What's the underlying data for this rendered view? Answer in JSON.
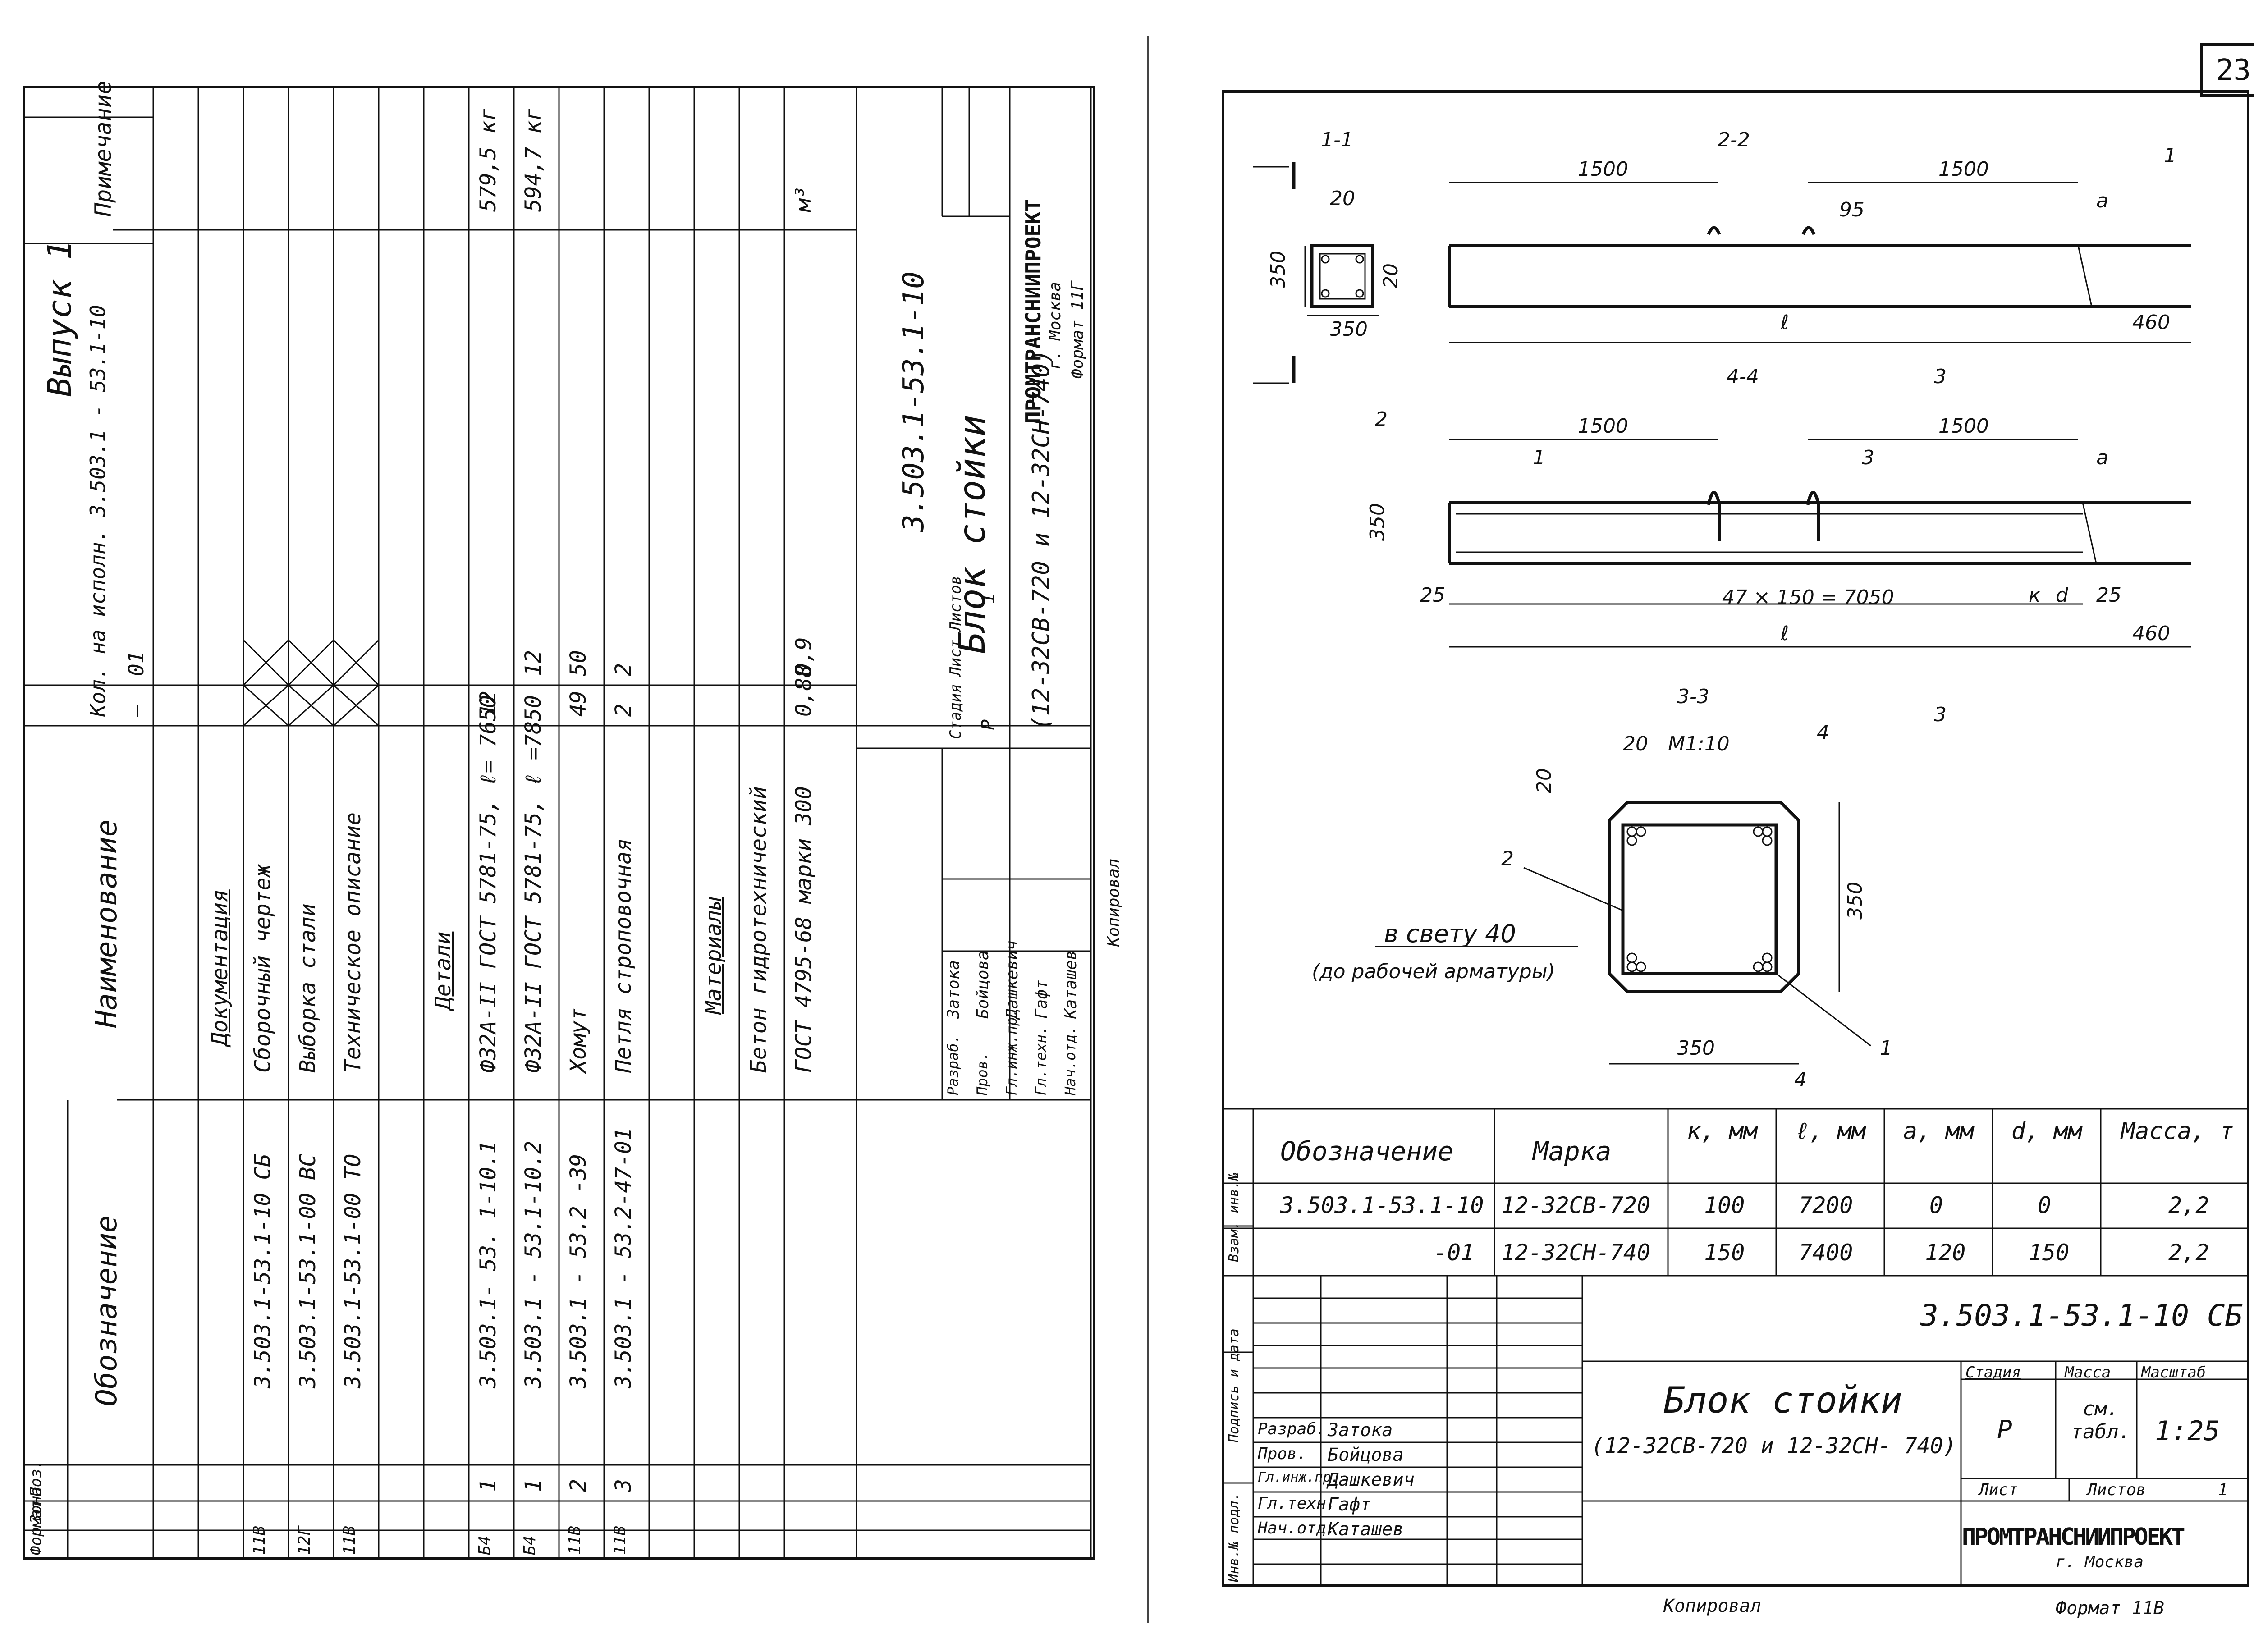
{
  "page_number": "23",
  "left": {
    "issue": "Выпуск 1",
    "doc_code": "3.503.1-53.1-10",
    "title": "Блок стойки",
    "subtitle": "(12-32СВ-720 и 12-32СН-740)",
    "copied": "Копировал",
    "format": "Формат 11Г",
    "org": "ПРОМТРАНСНИИПРОЕКТ",
    "city": "г. Москва",
    "stage_label": "Стадия",
    "stage": "Р",
    "sheet_label": "Лист",
    "sheets_label": "Листов",
    "sheets": "1",
    "headers": {
      "format": "Формат",
      "zone": "Зона",
      "pos": "Поз.",
      "designation": "Обозначение",
      "name": "Наименование",
      "qty": "Кол. на  исполн.  3.503.1 - 53.1-10",
      "qty_a": "—",
      "qty_b": "01",
      "note": "Примечание"
    },
    "rows": [
      {
        "fmt": "",
        "pos": "",
        "des": "",
        "name": "Документация",
        "q1": "",
        "q2": "",
        "note": ""
      },
      {
        "fmt": "11В",
        "pos": "",
        "des": "3.503.1-53.1-10 СБ",
        "name": "Сборочный  чертеж",
        "q1": "X",
        "q2": "X",
        "note": ""
      },
      {
        "fmt": "12Г",
        "pos": "",
        "des": "3.503.1-53.1-00  ВС",
        "name": "Выборка  стали",
        "q1": "X",
        "q2": "X",
        "note": ""
      },
      {
        "fmt": "11В",
        "pos": "",
        "des": "3.503.1-53.1-00  ТО",
        "name": "Техническое описание",
        "q1": "X",
        "q2": "X",
        "note": ""
      },
      {
        "fmt": "",
        "pos": "",
        "des": "",
        "name": "Детали",
        "q1": "",
        "q2": "",
        "note": ""
      },
      {
        "fmt": "Б4",
        "pos": "1",
        "des": "3.503.1- 53. 1-10.1",
        "name": "Ф32А-II ГОСТ 5781-75,  ℓ= 7650",
        "q1": "12",
        "q2": "",
        "note": "579,5 кг"
      },
      {
        "fmt": "Б4",
        "pos": "1",
        "des": "3.503.1 - 53.1-10.2",
        "name": "Ф32А-II ГОСТ 5781-75,  ℓ =7850",
        "q1": "",
        "q2": "12",
        "note": "594,7 кг"
      },
      {
        "fmt": "11В",
        "pos": "2",
        "des": "3.503.1 - 53.2 -39",
        "name": "Хомут",
        "q1": "49",
        "q2": "50",
        "note": ""
      },
      {
        "fmt": "11В",
        "pos": "3",
        "des": "3.503.1 - 53.2-47-01",
        "name": "Петля строповочная",
        "q1": "2",
        "q2": "2",
        "note": ""
      },
      {
        "fmt": "",
        "pos": "",
        "des": "",
        "name": "Материалы",
        "q1": "",
        "q2": "",
        "note": ""
      },
      {
        "fmt": "",
        "pos": "",
        "des": "",
        "name": "Бетон гидротехнический",
        "q1": "",
        "q2": "",
        "note": ""
      },
      {
        "fmt": "",
        "pos": "",
        "des": "",
        "name": "ГОСТ 4795-68  марки 300",
        "q1": "0,88",
        "q2": "0,9",
        "note": "м³"
      }
    ],
    "signers": [
      {
        "role": "Разраб.",
        "name": "Затока"
      },
      {
        "role": "Пров.",
        "name": "Бойцова"
      },
      {
        "role": "Гл.инж.пр.",
        "name": "Дашкевич"
      },
      {
        "role": "Гл.техн.",
        "name": "Гафт"
      },
      {
        "role": "Нач.отд.",
        "name": "Каташев"
      }
    ]
  },
  "right": {
    "drawing_labels": {
      "sec11": "1-1",
      "sec22": "2-2",
      "sec44": "4-4",
      "sec33": "3-3",
      "scale33": "М1:10",
      "d1500a": "1500",
      "d1500b": "1500",
      "d95": "95",
      "d20a": "20",
      "d20b": "20",
      "d350a": "350",
      "d350b": "350",
      "d460": "460",
      "dl": "ℓ",
      "da": "a",
      "dk": "к",
      "dd": "d",
      "d25a": "25",
      "d25b": "25",
      "d7050": "47 × 150 = 7050",
      "n1": "1",
      "n2": "2",
      "n3": "3",
      "n4": "4",
      "clear": "в  свету 40",
      "clear_note": "(до рабочей арматуры)"
    },
    "table": {
      "headers": [
        "Обозначение",
        "Марка",
        "к, мм",
        "ℓ, мм",
        "a, мм",
        "d, мм",
        "Масса, т"
      ],
      "rows": [
        [
          "3.503.1-53.1-10",
          "12-32СВ-720",
          "100",
          "7200",
          "0",
          "0",
          "2,2"
        ],
        [
          "-01",
          "12-32СН-740",
          "150",
          "7400",
          "120",
          "150",
          "2,2"
        ]
      ]
    },
    "doc_code": "3.503.1-53.1-10 СБ",
    "title": "Блок  стойки",
    "subtitle": "(12-32СВ-720 и 12-32СН- 740)",
    "stage_label": "Стадия",
    "mass_label": "Масса",
    "scale_label": "Масштаб",
    "stage": "Р",
    "mass": "см. табл.",
    "scale": "1:25",
    "sheet_label": "Лист",
    "sheets_label": "Листов",
    "sheets": "1",
    "org": "ПРОМТРАНСНИИПРОЕКТ",
    "city": "г. Москва",
    "copied": "Копировал",
    "format": "Формат 11В",
    "side_labels": [
      "Инв.№ подл.",
      "Подпись и дата",
      "Взам. инв.№"
    ],
    "signers": [
      {
        "role": "Разраб.",
        "name": "Затока"
      },
      {
        "role": "Пров.",
        "name": "Бойцова"
      },
      {
        "role": "Гл.инж.пр.",
        "name": "Дашкевич"
      },
      {
        "role": "Гл.техн.",
        "name": "Гафт"
      },
      {
        "role": "Нач.отд.",
        "name": "Каташев"
      }
    ]
  }
}
